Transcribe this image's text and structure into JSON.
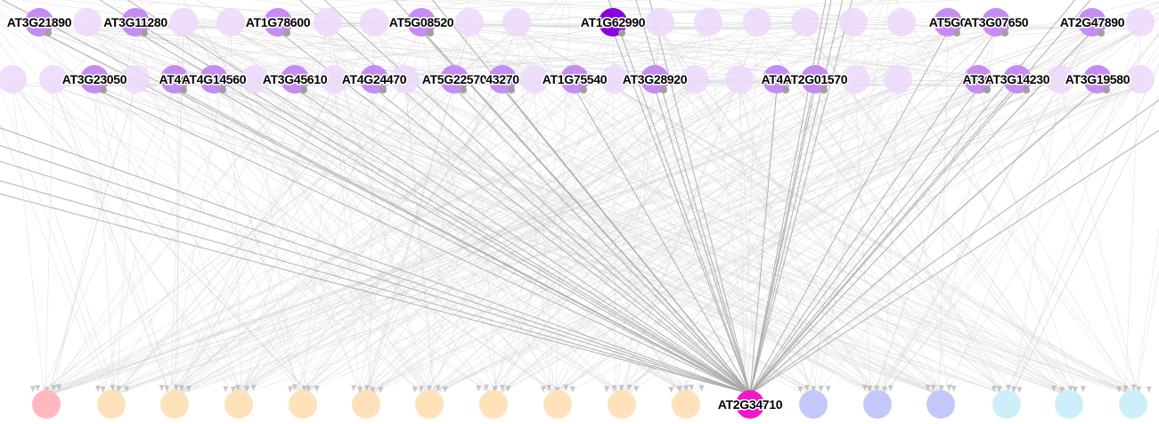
{
  "colors": {
    "background": "#ffffff",
    "edge_faint": "#d9d9d9",
    "edge_highlight": "#a6a6a6",
    "arrow_head": "#b0b0b0",
    "selected_regulator": "#8a00e0",
    "regulator": "#c58df2",
    "regulator_faded": "#ecd8fb",
    "target_selected": "#f018c8",
    "target_red": "#ffb8bd",
    "target_orange": "#ffe1ba",
    "target_blue": "#c4c8f8",
    "target_cyan": "#cdeffa"
  },
  "selected_node": "AT2G34710",
  "highlighted_regulators": [
    {
      "id": "r1",
      "label": "AT3G21890"
    },
    {
      "id": "r2",
      "label": "AT3G11280"
    },
    {
      "id": "r3",
      "label": "AT1G78600"
    },
    {
      "id": "r4",
      "label": "AT5G08520"
    },
    {
      "id": "r5",
      "label": "AT1G62990"
    },
    {
      "id": "r6",
      "label": "AT5G0"
    },
    {
      "id": "r7",
      "label": "AT3G07650"
    },
    {
      "id": "r8",
      "label": "AT2G47890"
    },
    {
      "id": "r9",
      "label": "AT3G23050"
    },
    {
      "id": "r10",
      "label": "AT4G"
    },
    {
      "id": "r11",
      "label": "AT4G14560"
    },
    {
      "id": "r12",
      "label": "AT3G45610"
    },
    {
      "id": "r13",
      "label": "AT4G24470"
    },
    {
      "id": "r14",
      "label": "AT5G22570"
    },
    {
      "id": "r15",
      "label": "43270"
    },
    {
      "id": "r16",
      "label": "AT1G75540"
    },
    {
      "id": "r17",
      "label": "AT3G28920"
    },
    {
      "id": "r18",
      "label": "AT4G"
    },
    {
      "id": "r19",
      "label": "AT2G01570"
    },
    {
      "id": "r20",
      "label": "AT3G"
    },
    {
      "id": "r21",
      "label": "AT3G14230"
    },
    {
      "id": "r22",
      "label": "AT3G19580"
    }
  ],
  "target_nodes": [
    {
      "id": "t1",
      "group": "red"
    },
    {
      "id": "t2",
      "group": "orange"
    },
    {
      "id": "t3",
      "group": "orange"
    },
    {
      "id": "t4",
      "group": "orange"
    },
    {
      "id": "t5",
      "group": "orange"
    },
    {
      "id": "t6",
      "group": "orange"
    },
    {
      "id": "t7",
      "group": "orange"
    },
    {
      "id": "t8",
      "group": "orange"
    },
    {
      "id": "t9",
      "group": "orange"
    },
    {
      "id": "t10",
      "group": "orange"
    },
    {
      "id": "t11",
      "group": "orange"
    },
    {
      "id": "t12",
      "group": "selected",
      "label": "AT2G34710"
    },
    {
      "id": "t13",
      "group": "blue"
    },
    {
      "id": "t14",
      "group": "blue"
    },
    {
      "id": "t15",
      "group": "blue"
    },
    {
      "id": "t16",
      "group": "cyan"
    },
    {
      "id": "t17",
      "group": "cyan"
    },
    {
      "id": "t18",
      "group": "cyan"
    }
  ]
}
